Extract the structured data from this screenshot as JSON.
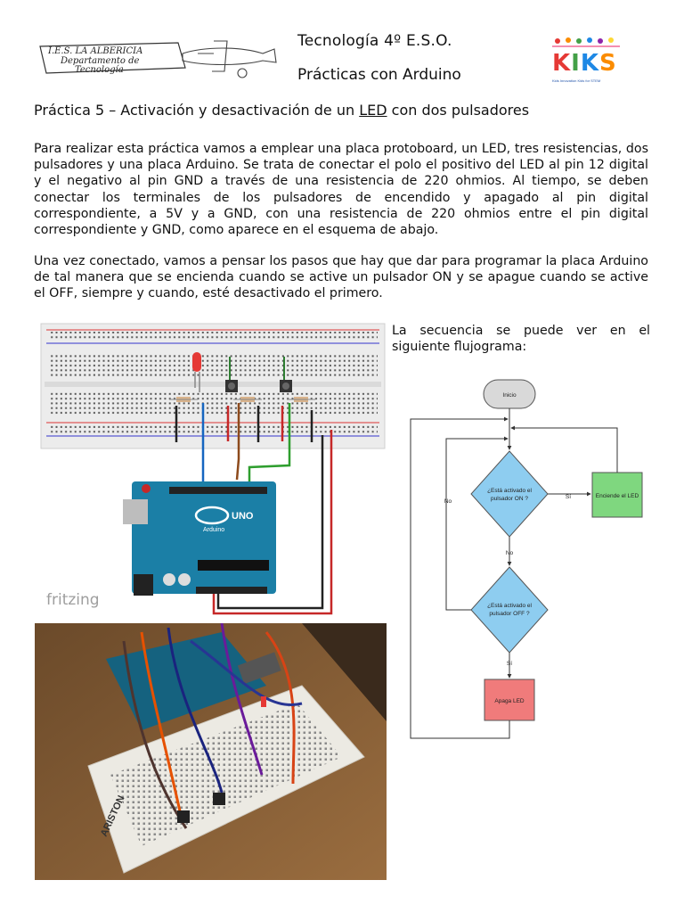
{
  "header": {
    "logo_left_lines": [
      "I.E.S. LA ALBERICIA",
      "Departamento de",
      "Tecnología"
    ],
    "title": "Tecnología 4º E.S.O.",
    "subtitle": "Prácticas con Arduino",
    "logo_right_text": "KIKS",
    "logo_right_tag": "Kids Innovation Kids for STEM"
  },
  "section_title": {
    "before": "Práctica 5 – Activación y desactivación de un ",
    "underlined": "LED",
    "after": " con dos pulsadores"
  },
  "paragraphs": [
    "Para realizar esta práctica vamos a emplear una placa protoboard, un LED, tres resistencias, dos pulsadores y una placa Arduino. Se trata de conectar el polo el positivo del LED al pin 12 digital y el negativo al pin GND a través de una resistencia de 220 ohmios. Al tiempo, se deben conectar los terminales de los pulsadores de encendido y apagado al pin digital correspondiente, a 5V y a GND, con una resistencia de 220 ohmios entre el pin digital correspondiente y GND, como aparece en el esquema de abajo.",
    "Una vez conectado, vamos a pensar los pasos que hay que dar para programar la placa Arduino de tal manera que se encienda cuando se active un pulsador ON y se apague cuando se active el OFF, siempre y cuando, esté desactivado el primero."
  ],
  "flow_intro": "La secuencia se puede ver en el siguiente flujograma:",
  "diagram": {
    "watermark": "fritzing",
    "board_label": "UNO",
    "board_sublabel": "Arduino"
  },
  "photo": {
    "board_brand": "ARISTON"
  },
  "flowchart": {
    "start": "Inicio",
    "decision1_line1": "¿Está activado el",
    "decision1_line2": "pulsador ON ?",
    "decision2_line1": "¿Está activado el",
    "decision2_line2": "pulsador OFF ?",
    "action_on": "Enciende el LED",
    "action_off": "Apaga LED",
    "yes": "Sí",
    "no": "No",
    "colors": {
      "start_fill": "#d9d9d9",
      "decision_fill": "#8ecdf0",
      "action_on_fill": "#7fd77f",
      "action_off_fill": "#f07b7b"
    }
  }
}
